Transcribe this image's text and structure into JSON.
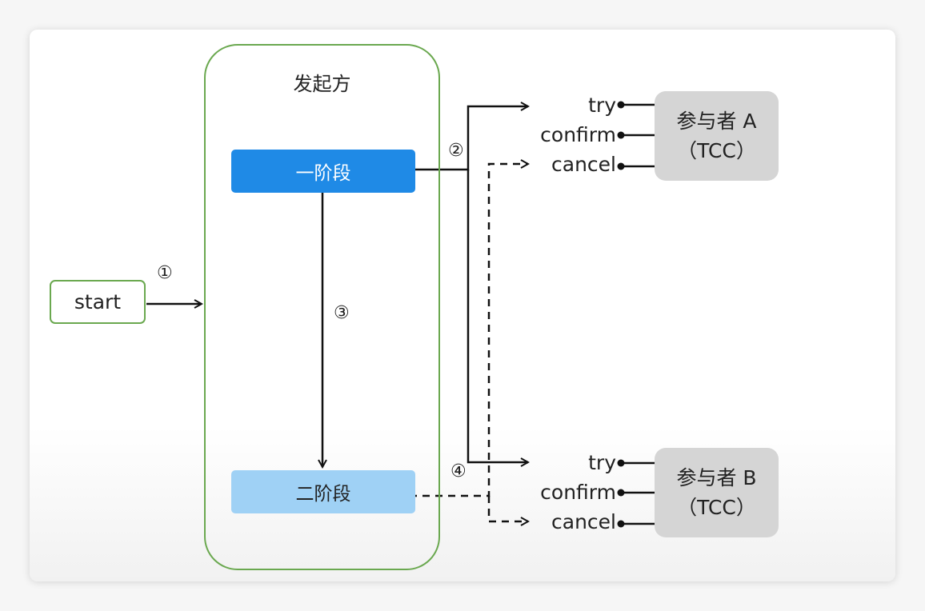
{
  "initiator": {
    "title": "发起方",
    "phase1_label": "一阶段",
    "phase2_label": "二阶段"
  },
  "start_label": "start",
  "steps": [
    "①",
    "②",
    "③",
    "④"
  ],
  "participants": [
    {
      "name": "参与者 A",
      "type": "（TCC）",
      "operations": [
        "try",
        "confirm",
        "cancel"
      ]
    },
    {
      "name": "参与者 B",
      "type": "（TCC）",
      "operations": [
        "try",
        "confirm",
        "cancel"
      ]
    }
  ],
  "colors": {
    "initiator_border": "#6aa84f",
    "phase1_fill": "#1f8ae6",
    "phase2_fill": "#9fd1f5",
    "participant_fill": "#d5d5d5",
    "line": "#111111"
  }
}
